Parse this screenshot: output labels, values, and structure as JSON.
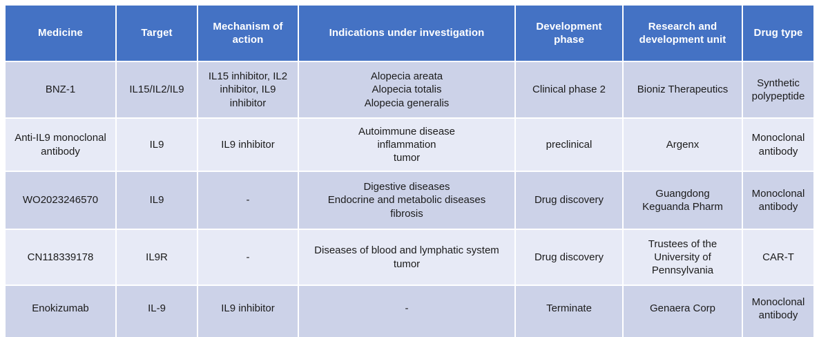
{
  "table": {
    "columns": [
      {
        "key": "medicine",
        "label": "Medicine"
      },
      {
        "key": "target",
        "label": "Target"
      },
      {
        "key": "mechanism",
        "label": "Mechanism of\naction"
      },
      {
        "key": "indication",
        "label": "Indications under investigation"
      },
      {
        "key": "phase",
        "label": "Development\nphase"
      },
      {
        "key": "unit",
        "label": "Research and\ndevelopment unit"
      },
      {
        "key": "drugtype",
        "label": "Drug type"
      }
    ],
    "rows": [
      {
        "medicine": "BNZ-1",
        "target": "IL15/IL2/IL9",
        "mechanism": "IL15 inhibitor, IL2\ninhibitor, IL9\ninhibitor",
        "indication": "Alopecia areata\nAlopecia totalis\nAlopecia generalis",
        "phase": "Clinical phase 2",
        "unit": "Bioniz Therapeutics",
        "drugtype": "Synthetic\npolypeptide"
      },
      {
        "medicine": "Anti-IL9 monoclonal\nantibody",
        "target": "IL9",
        "mechanism": "IL9 inhibitor",
        "indication": "Autoimmune disease\ninflammation\ntumor",
        "phase": "preclinical",
        "unit": "Argenx",
        "drugtype": "Monoclonal\nantibody"
      },
      {
        "medicine": "WO2023246570",
        "target": "IL9",
        "mechanism": "-",
        "indication": "Digestive diseases\nEndocrine and metabolic diseases\nfibrosis",
        "phase": "Drug discovery",
        "unit": "Guangdong\nKeguanda Pharm",
        "drugtype": "Monoclonal\nantibody"
      },
      {
        "medicine": "CN118339178",
        "target": "IL9R",
        "mechanism": "-",
        "indication": "Diseases of blood and lymphatic system\ntumor",
        "phase": "Drug discovery",
        "unit": "Trustees of the\nUniversity of\nPennsylvania",
        "drugtype": "CAR-T"
      },
      {
        "medicine": "Enokizumab",
        "target": "IL-9",
        "mechanism": "IL9 inhibitor",
        "indication": "-",
        "phase": "Terminate",
        "unit": "Genaera Corp",
        "drugtype": "Monoclonal\nantibody"
      }
    ]
  },
  "colors": {
    "header_background": "#4472c4",
    "header_text": "#ffffff",
    "row_dark": "#ccd2e8",
    "row_light": "#e7eaf6",
    "body_text": "#1b1b1b",
    "grid_line": "#ffffff"
  }
}
